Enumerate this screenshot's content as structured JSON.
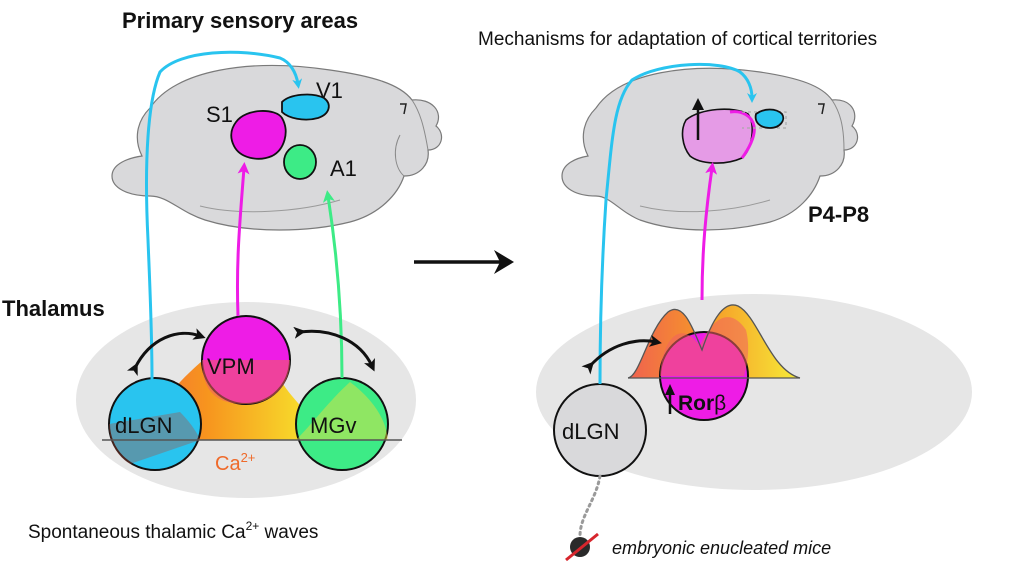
{
  "left_panel": {
    "title": "Primary sensory areas",
    "areas": {
      "s1": "S1",
      "v1": "V1",
      "a1": "A1"
    },
    "thalamus_label": "Thalamus",
    "nuclei": {
      "vpm": "VPM",
      "dlgn": "dLGN",
      "mgv": "MGv"
    },
    "ca_base": "Ca",
    "ca_sup": "2+",
    "caption_pre": "Spontaneous thalamic Ca",
    "caption_sup": "2+",
    "caption_post": " waves"
  },
  "right_panel": {
    "title": "Mechanisms for adaptation of cortical territories",
    "age": "P4-P8",
    "dlgn": "dLGN",
    "ror_base": "Ror",
    "ror_greek": "β",
    "note": "embryonic enucleated mice"
  },
  "colors": {
    "cyan": "#29c4ef",
    "magenta": "#ee1ce6",
    "green": "#3deb86",
    "brain": "#d9d9db",
    "ellipse": "#e6e6e6",
    "wave_low": "#f7ec2e",
    "wave_mid": "#f7941e",
    "wave_high": "#f05a48",
    "ca_text": "#ef6a2a",
    "note_cross": "#d7262d"
  }
}
